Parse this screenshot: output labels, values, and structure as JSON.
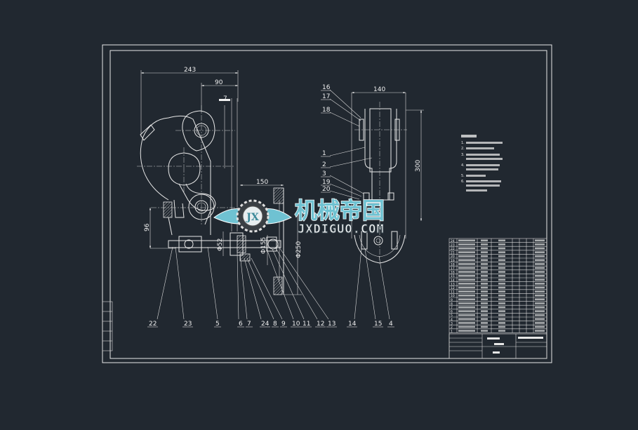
{
  "colors": {
    "background": "#212830",
    "lines": "#e8e8e8",
    "logo_accent": "#6fc2d2"
  },
  "dimensions": {
    "d243": "243",
    "d90": "90",
    "d150": "150",
    "d96": "96",
    "d140": "140",
    "d300": "300",
    "phi250": "Φ250",
    "phi52": "Φ52",
    "phi155": "Φ155",
    "d7": "7"
  },
  "part_labels_bottom": [
    "22",
    "23",
    "5",
    "6",
    "7",
    "24",
    "8",
    "9",
    "10",
    "11",
    "12",
    "13",
    "14",
    "15",
    "4"
  ],
  "part_labels_side": [
    "16",
    "17",
    "18",
    "1",
    "2",
    "3",
    "19",
    "20"
  ],
  "notes": {
    "item_numbers": [
      "1.",
      "2.",
      "3.",
      "4.",
      "5.",
      "6."
    ]
  },
  "parts_table": {
    "seq_numbers": [
      "24",
      "23",
      "22",
      "21",
      "20",
      "19",
      "18",
      "17",
      "16",
      "15",
      "14",
      "13",
      "12",
      "11",
      "10",
      "9",
      "8",
      "7",
      "6",
      "5",
      "4",
      "3",
      "2",
      "1"
    ]
  },
  "logo": {
    "badge": "JX",
    "name_cn": "机械帝国",
    "domain": "JXDIGUO.COM"
  }
}
